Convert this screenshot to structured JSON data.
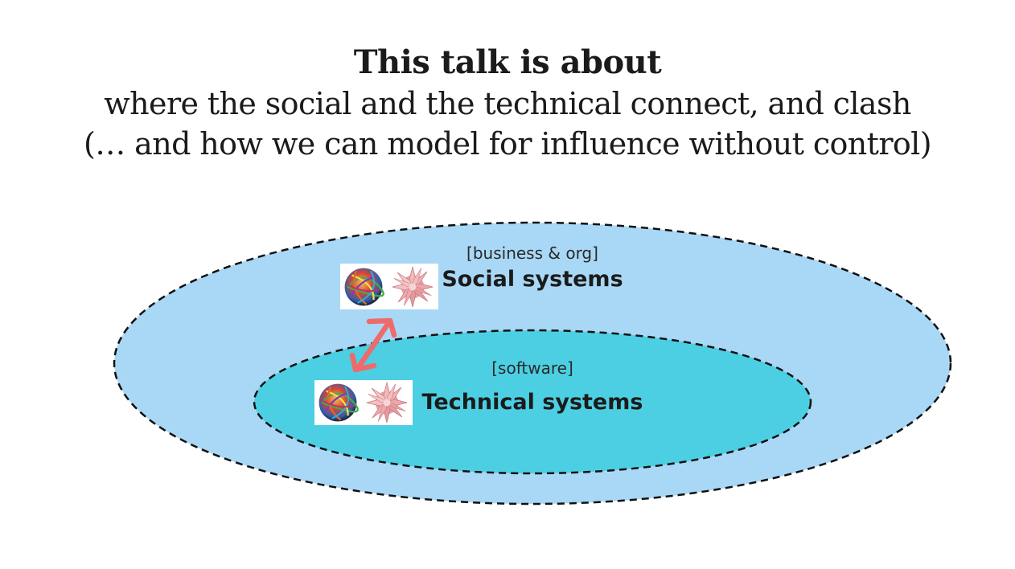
{
  "heading": "This talk is about",
  "subtitle_line1": "where the social and the technical connect, and clash",
  "subtitle_line2": "(… and how we can model for influence without control)",
  "outer": {
    "tag": "[business & org]",
    "label": "Social systems",
    "fill_color": "#a9d8f6"
  },
  "inner": {
    "tag": "[software]",
    "label": "Technical systems",
    "fill_color": "#4ccfe2"
  },
  "connector_color": "#ee6b6b",
  "icons": [
    "tangled-ball-icon",
    "pink-star-polyhedron-icon"
  ]
}
